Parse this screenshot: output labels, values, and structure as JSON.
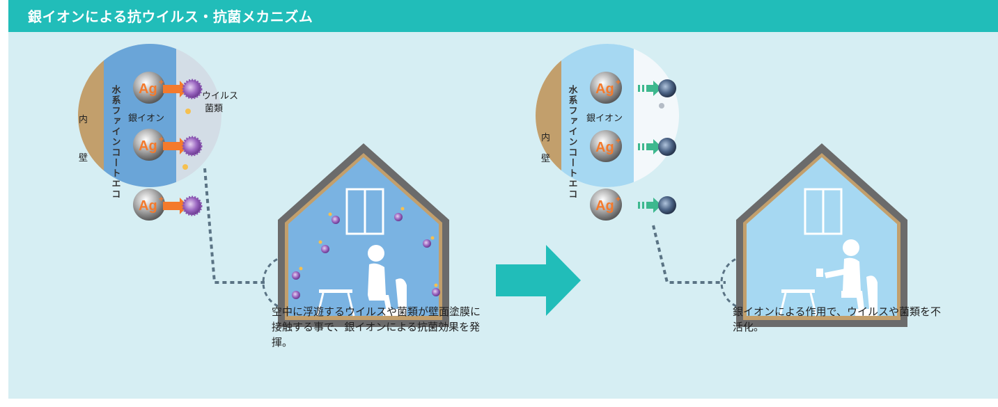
{
  "title": "銀イオンによる抗ウイルス・抗菌メカニズム",
  "left_panel": {
    "coating_label": "水系ファインコートエコ",
    "wall_label": [
      "内",
      "壁"
    ],
    "ion_symbol": "Ag",
    "ion_sup": "+",
    "ion_label": "銀イオン",
    "virus_label": [
      "ウイルス",
      "菌類"
    ],
    "caption": "空中に浮遊するウイルスや菌類が壁面塗膜に接触する事で、銀イオンによる抗菌効果を発揮。"
  },
  "right_panel": {
    "coating_label": "水系ファインコートエコ",
    "wall_label": [
      "内",
      "壁"
    ],
    "ion_symbol": "Ag",
    "ion_sup": "+",
    "ion_label": "銀イオン",
    "caption": "銀イオンによる作用で、ウイルスや菌類を不活化。"
  },
  "colors": {
    "header": "#21bdb9",
    "background": "#d6eef3",
    "coating_blue": "#6aa5d8",
    "room_blue_before": "#7ab3e2",
    "room_blue_after": "#a6d8f2",
    "house_frame": "#6b6b6b",
    "wood": "#c29f6c",
    "arrow_orange": "#f47a2c",
    "arrow_green": "#3db88e",
    "virus_purple": "#8a55b0",
    "teal_arrow": "#21bdb9"
  }
}
